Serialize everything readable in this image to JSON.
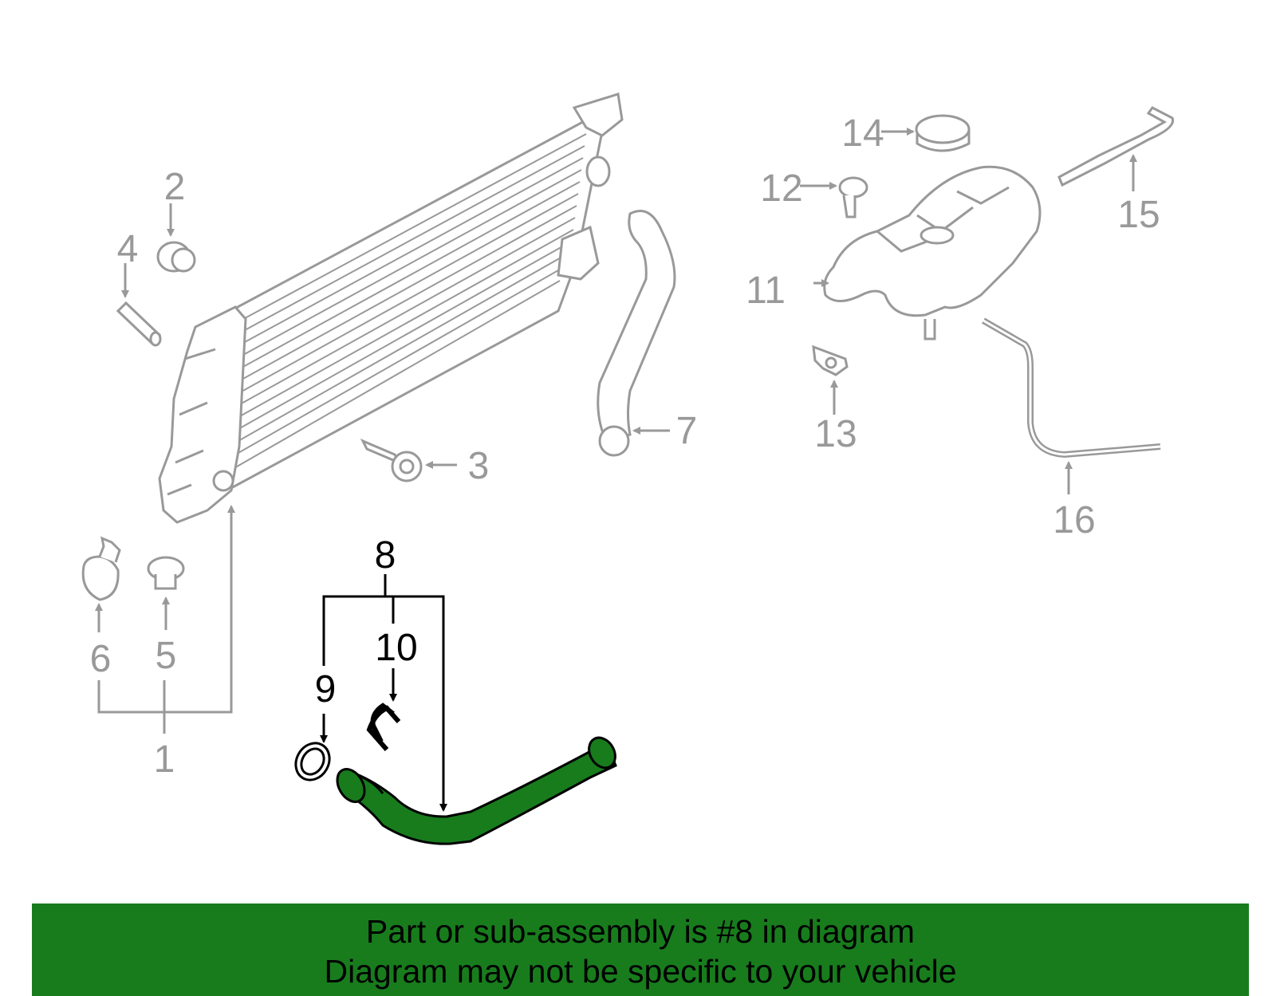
{
  "diagram": {
    "callouts": [
      {
        "id": "1",
        "label": "1"
      },
      {
        "id": "2",
        "label": "2"
      },
      {
        "id": "3",
        "label": "3"
      },
      {
        "id": "4",
        "label": "4"
      },
      {
        "id": "5",
        "label": "5"
      },
      {
        "id": "6",
        "label": "6"
      },
      {
        "id": "7",
        "label": "7"
      },
      {
        "id": "8",
        "label": "8"
      },
      {
        "id": "9",
        "label": "9"
      },
      {
        "id": "10",
        "label": "10"
      },
      {
        "id": "11",
        "label": "11"
      },
      {
        "id": "12",
        "label": "12"
      },
      {
        "id": "13",
        "label": "13"
      },
      {
        "id": "14",
        "label": "14"
      },
      {
        "id": "15",
        "label": "15"
      },
      {
        "id": "16",
        "label": "16"
      }
    ],
    "highlighted_part": "8",
    "colors": {
      "line_grey": "#999999",
      "highlight_green": "#187C1D",
      "highlight_line": "#000000"
    }
  },
  "banner": {
    "line1": "Part or sub-assembly is #8 in diagram",
    "line2": "Diagram may not be specific to your vehicle"
  }
}
